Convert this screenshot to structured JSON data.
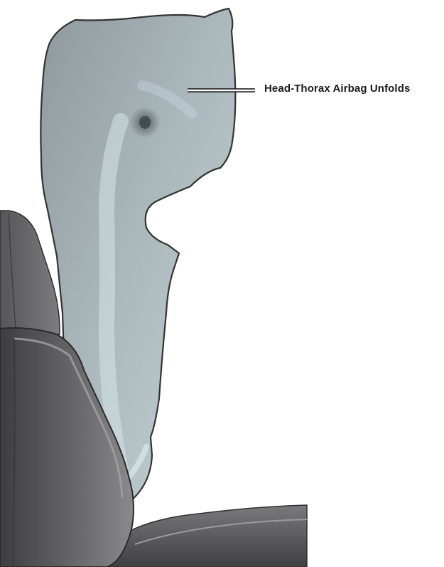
{
  "diagram": {
    "callout": {
      "label": "Head-Thorax Airbag Unfolds"
    },
    "colors": {
      "airbag_fill": "#9aa5a9",
      "airbag_highlight": "#c8d6da",
      "airbag_outline": "#3a3a3a",
      "seat_dark": "#4b4b4d",
      "seat_mid": "#6e6e70",
      "seat_light": "#9a9a9b",
      "background": "#ffffff"
    },
    "icons": [
      "airbag-illustration",
      "seat-illustration",
      "callout-leader-line"
    ]
  }
}
